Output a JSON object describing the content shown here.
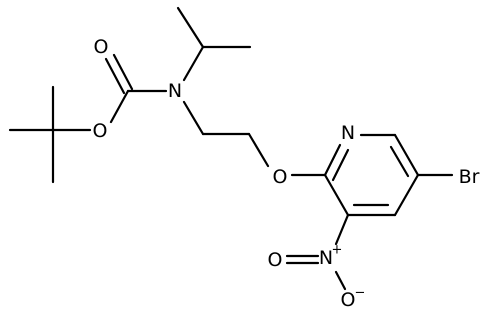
{
  "molecule": {
    "atoms": {
      "carbonyl_o": "O",
      "ester_o": "O",
      "carbamate_n": "N",
      "ether_o": "O",
      "pyridine_n": "N",
      "bromine": "Br",
      "nitro_n": "N",
      "nitro_o_top": "O",
      "nitro_o_bottom": "O"
    },
    "charges": {
      "nitro_n": "+",
      "nitro_o_bottom": "−"
    }
  }
}
